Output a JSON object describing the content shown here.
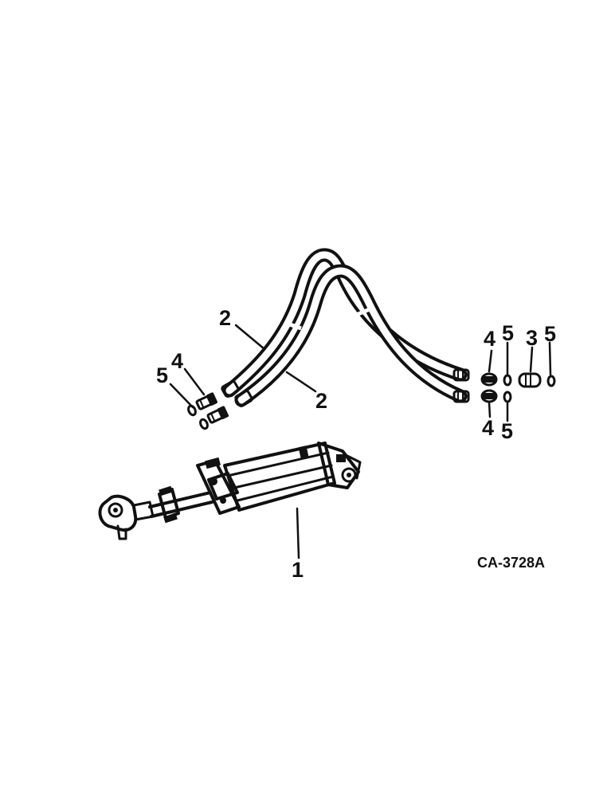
{
  "diagram": {
    "drawing_code": "CA-3728A",
    "callouts": {
      "c1": "1",
      "c2a": "2",
      "c2b": "2",
      "c3": "3",
      "c4a": "4",
      "c4b": "4",
      "c4c": "4",
      "c5a": "5",
      "c5b": "5",
      "c5c": "5",
      "c5d": "5"
    },
    "colors": {
      "ink": "#111111",
      "paper": "#ffffff"
    }
  }
}
